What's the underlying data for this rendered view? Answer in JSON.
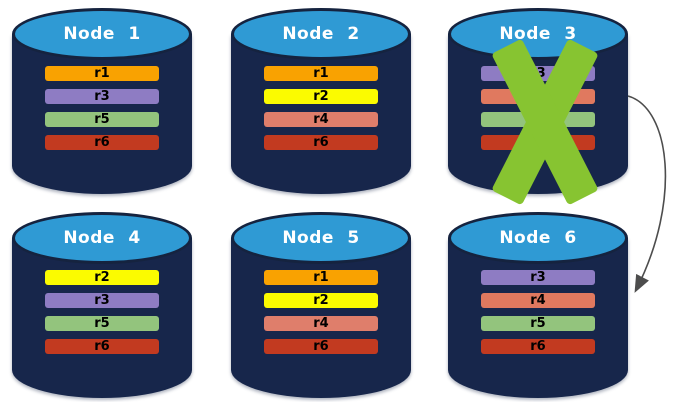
{
  "colors": {
    "background": "#FFFFFF",
    "cylinder_body": "#17264B",
    "cylinder_top": "#2F9AD4",
    "cylinder_outline": "#15233F",
    "title_text": "#FFFFFF",
    "bar_label": "#000000",
    "failure_x": "#87C431",
    "arrow": "#4D4D4D"
  },
  "nodes": [
    {
      "title": "Node 1",
      "replicas": [
        {
          "label": "r1",
          "color": "#F9A201"
        },
        {
          "label": "r3",
          "color": "#8E7CC3"
        },
        {
          "label": "r5",
          "color": "#93C47D"
        },
        {
          "label": "r6",
          "color": "#C23A20"
        }
      ]
    },
    {
      "title": "Node 2",
      "replicas": [
        {
          "label": "r1",
          "color": "#F9A201"
        },
        {
          "label": "r2",
          "color": "#FBFB00"
        },
        {
          "label": "r4",
          "color": "#DF7E6B"
        },
        {
          "label": "r6",
          "color": "#C23A20"
        }
      ]
    },
    {
      "title": "Node 3",
      "replicas": [
        {
          "label": "r3",
          "color": "#8E7CC3"
        },
        {
          "label": "",
          "color": "#E0795F"
        },
        {
          "label": "",
          "color": "#93C47D"
        },
        {
          "label": "",
          "color": "#C23A20"
        }
      ]
    },
    {
      "title": "Node 4",
      "replicas": [
        {
          "label": "r2",
          "color": "#FBFB00"
        },
        {
          "label": "r3",
          "color": "#8E7CC3"
        },
        {
          "label": "r5",
          "color": "#93C47D"
        },
        {
          "label": "r6",
          "color": "#C23A20"
        }
      ]
    },
    {
      "title": "Node 5",
      "replicas": [
        {
          "label": "r1",
          "color": "#F9A201"
        },
        {
          "label": "r2",
          "color": "#FBFB00"
        },
        {
          "label": "r4",
          "color": "#DF7E6B"
        },
        {
          "label": "r6",
          "color": "#C23A20"
        }
      ]
    },
    {
      "title": "Node 6",
      "replicas": [
        {
          "label": "r3",
          "color": "#8E7CC3"
        },
        {
          "label": "r4",
          "color": "#E0795F"
        },
        {
          "label": "r5",
          "color": "#93C47D"
        },
        {
          "label": "r6",
          "color": "#C23A20"
        }
      ]
    }
  ],
  "failure_marker": {
    "on_node": "Node 3",
    "glyph": "X"
  },
  "arrow": {
    "from": "Node 3",
    "to": "Node 6"
  }
}
